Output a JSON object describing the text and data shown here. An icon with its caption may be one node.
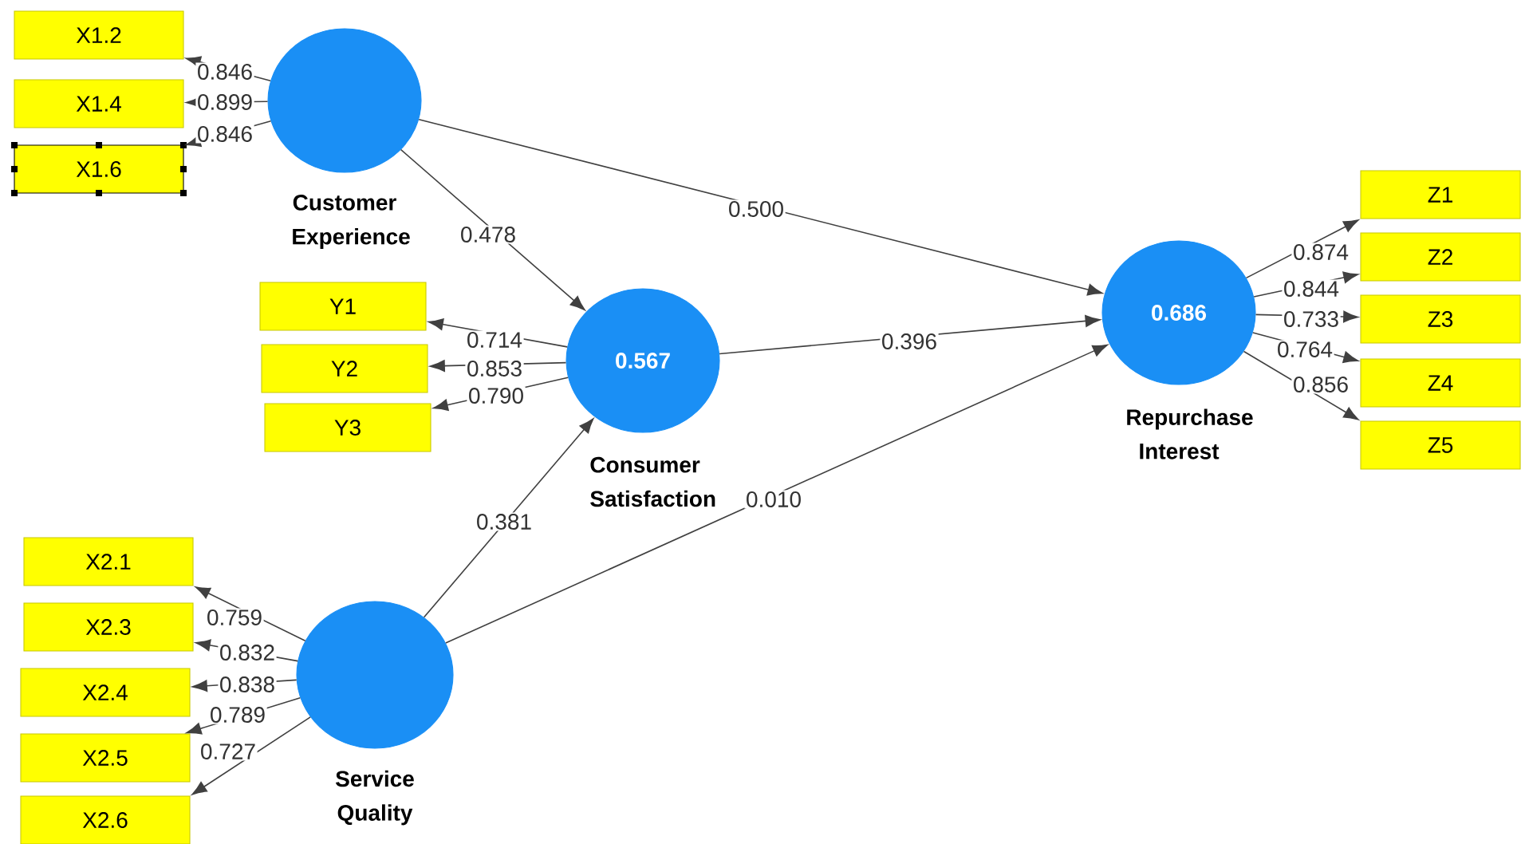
{
  "diagram": {
    "nodes": [
      {
        "text": [
          "X1.2"
        ]
      },
      {
        "text": [
          "X1.4"
        ]
      },
      {
        "text": [
          "X1.6"
        ]
      },
      {
        "text": [
          "Customer Experience"
        ]
      },
      {
        "text": [
          "Y1"
        ]
      },
      {
        "text": [
          "Y2"
        ]
      },
      {
        "text": [
          "Y3"
        ]
      },
      {
        "text": [
          "0.567",
          "Consumer Satisfaction"
        ]
      },
      {
        "text": [
          "X2.1"
        ]
      },
      {
        "text": [
          "X2.3"
        ]
      },
      {
        "text": [
          "X2.4"
        ]
      },
      {
        "text": [
          "X2.5"
        ]
      },
      {
        "text": [
          "X2.6"
        ]
      },
      {
        "text": [
          "Service Quality"
        ]
      },
      {
        "text": [
          "0.686",
          "Repurchase Interest"
        ]
      },
      {
        "text": [
          "Z1"
        ]
      },
      {
        "text": [
          "Z2"
        ]
      },
      {
        "text": [
          "Z3"
        ]
      },
      {
        "text": [
          "Z4"
        ]
      },
      {
        "text": [
          "Z5"
        ]
      }
    ],
    "edges": [
      {
        "from": 3,
        "to": 0,
        "arrow": "to",
        "label": "0.846"
      },
      {
        "from": 3,
        "to": 1,
        "arrow": "to",
        "label": "0.899"
      },
      {
        "from": 3,
        "to": 2,
        "arrow": "to",
        "label": "0.846"
      },
      {
        "from": 3,
        "to": 7,
        "arrow": "to",
        "label": "0.478"
      },
      {
        "from": 3,
        "to": 14,
        "arrow": "to",
        "label": "0.500"
      },
      {
        "from": 7,
        "to": 4,
        "arrow": "to",
        "label": "0.714"
      },
      {
        "from": 7,
        "to": 5,
        "arrow": "to",
        "label": "0.853"
      },
      {
        "from": 7,
        "to": 6,
        "arrow": "to",
        "label": "0.790"
      },
      {
        "from": 7,
        "to": 14,
        "arrow": "to",
        "label": "0.396"
      },
      {
        "from": 13,
        "to": 7,
        "arrow": "to",
        "label": "0.381"
      },
      {
        "from": 13,
        "to": 14,
        "arrow": "to",
        "label": "0.010"
      },
      {
        "from": 13,
        "to": 8,
        "arrow": "to",
        "label": "0.759"
      },
      {
        "from": 13,
        "to": 9,
        "arrow": "to",
        "label": "0.832"
      },
      {
        "from": 13,
        "to": 10,
        "arrow": "to",
        "label": "0.838"
      },
      {
        "from": 13,
        "to": 11,
        "arrow": "to",
        "label": "0.789"
      },
      {
        "from": 13,
        "to": 12,
        "arrow": "to",
        "label": "0.727"
      },
      {
        "from": 14,
        "to": 15,
        "arrow": "to",
        "label": "0.874"
      },
      {
        "from": 14,
        "to": 16,
        "arrow": "to",
        "label": "0.844"
      },
      {
        "from": 14,
        "to": 17,
        "arrow": "to",
        "label": "0.733"
      },
      {
        "from": 14,
        "to": 18,
        "arrow": "to",
        "label": "0.764"
      },
      {
        "from": 14,
        "to": 19,
        "arrow": "to",
        "label": "0.856"
      }
    ]
  }
}
